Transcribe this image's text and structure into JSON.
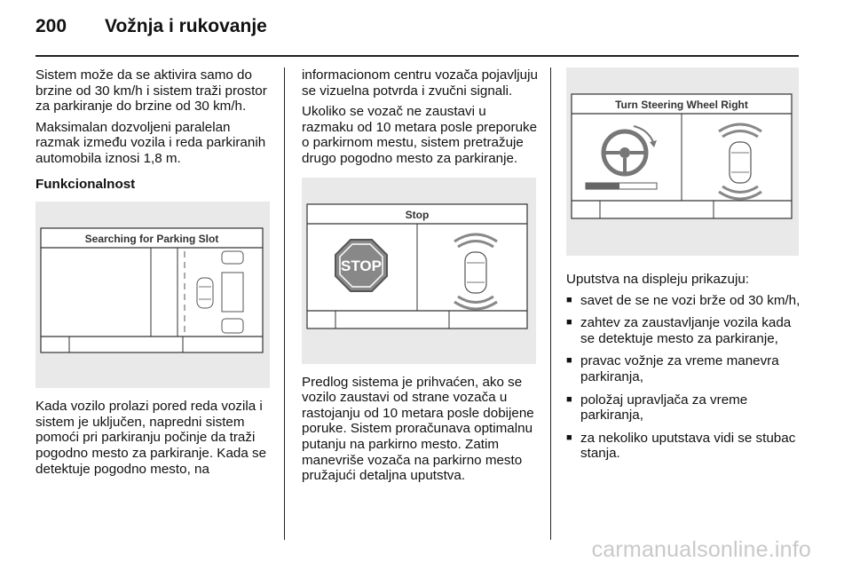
{
  "header": {
    "page_number": "200",
    "title": "Vožnja i rukovanje"
  },
  "col1": {
    "p1": "Sistem može da se aktivira samo do brzine od 30 km/h i sistem traži prostor za parkiranje do brzine od 30 km/h.",
    "p2": "Maksimalan dozvoljeni paralelan razmak između vozila i reda parkiranih automobila iznosi 1,8 m.",
    "heading": "Funkcionalnost",
    "figure_title": "Searching for Parking Slot",
    "p3": "Kada vozilo prolazi pored reda vozila i sistem je uključen, napredni sistem pomoći pri parkiranju počinje da traži pogodno mesto za parkiranje. Kada se detektuje pogodno mesto, na"
  },
  "col2": {
    "p1": "informacionom centru vozača pojavljuju se vizuelna potvrda i zvučni signali.",
    "p2": "Ukoliko se vozač ne zaustavi u razmaku od 10 metara posle preporuke o parkirnom mestu, sistem pretražuje drugo pogodno mesto za parkiranje.",
    "figure_title": "Stop",
    "stop_sign_text": "STOP",
    "p3": "Predlog sistema je prihvaćen, ako se vozilo zaustavi od strane vozača u rastojanju od 10 metara posle dobijene poruke. Sistem proračunava optimalnu putanju na parkirno mesto. Zatim manevriše vozača na parkirno mesto pružajući detaljna uputstva."
  },
  "col3": {
    "figure_title": "Turn Steering Wheel Right",
    "intro": "Uputstva na displeju prikazuju:",
    "bullets": [
      "savet de se ne vozi brže od 30 km/h,",
      "zahtev za zaustavljanje vozila kada se detektuje mesto za parkiranje,",
      "pravac vožnje za vreme manevra parkiranja,",
      "položaj upravljača za vreme parkiranja,",
      "za nekoliko uputstava vidi se stubac stanja."
    ]
  },
  "watermark": "carmanualsonline.info"
}
